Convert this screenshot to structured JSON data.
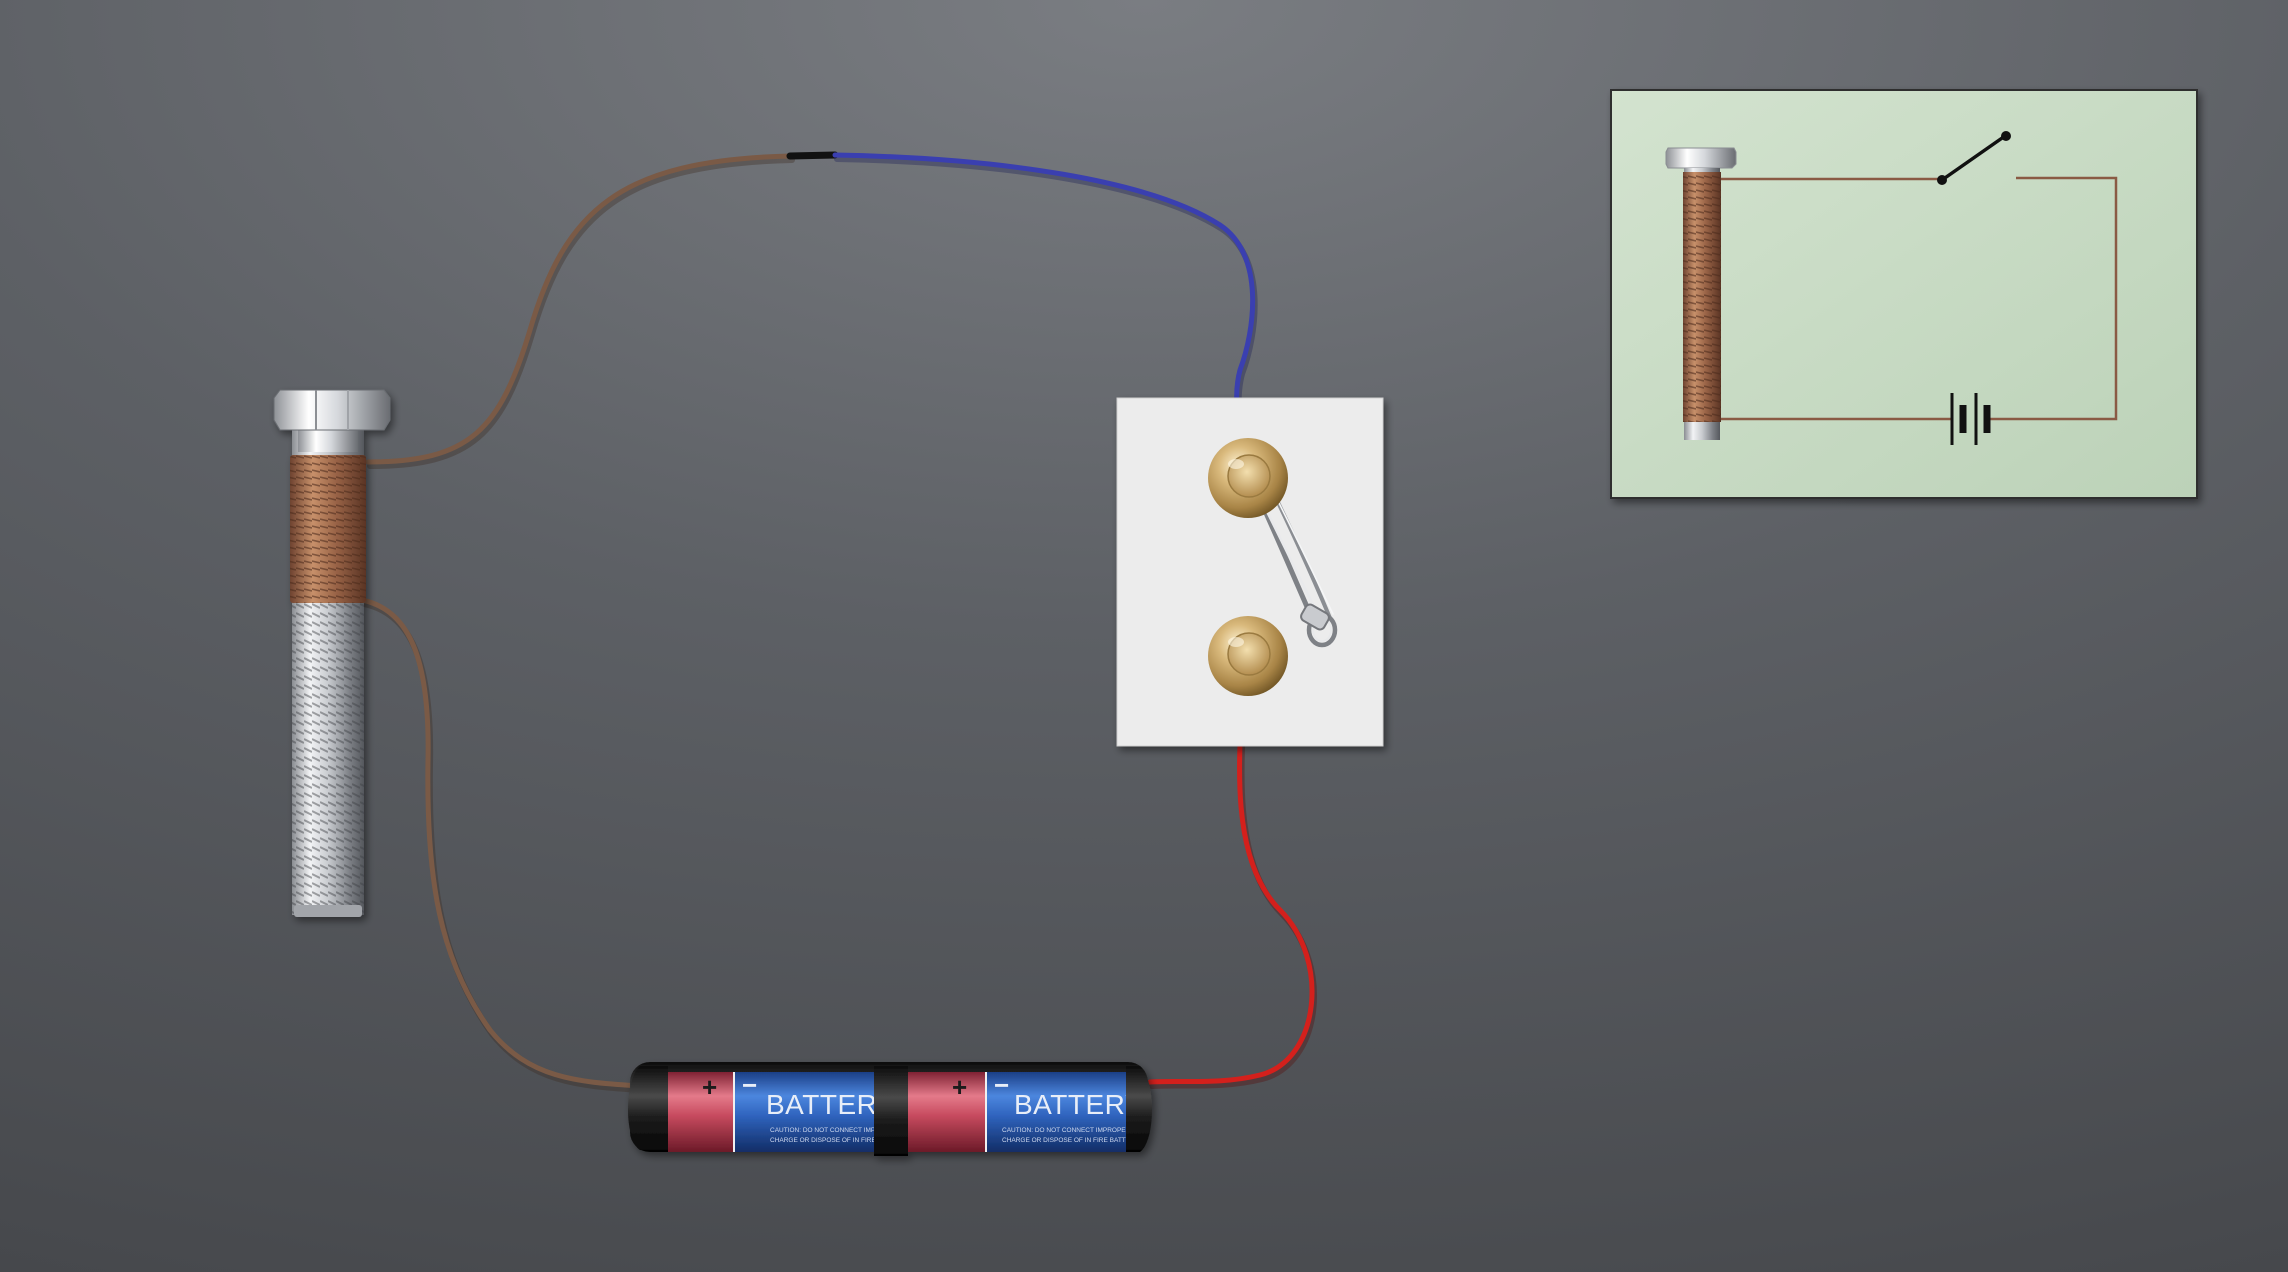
{
  "diagram": {
    "components": [
      {
        "id": "electromagnet",
        "kind": "bolt-with-coil"
      },
      {
        "id": "switch",
        "kind": "paper-card-with-brass-fasteners-and-safety-pin"
      },
      {
        "id": "battery-pack",
        "kind": "two-cells-in-series"
      }
    ],
    "wires": [
      {
        "from": "electromagnet-top",
        "to": "wire-joint",
        "color": "#7a5a46"
      },
      {
        "from": "wire-joint",
        "to": "switch-top-fastener",
        "color": "#3a3fb0"
      },
      {
        "from": "switch-bottom-fastener",
        "to": "battery-positive-end",
        "color": "#d4201c"
      },
      {
        "from": "electromagnet-bottom",
        "to": "battery-negative-end",
        "color": "#7a5a46"
      }
    ],
    "batteries": [
      {
        "label": "BATTERY",
        "caution": "CAUTION: DO NOT CONNECT IMPROPERLY",
        "caution2": "CHARGE OR DISPOSE OF IN FIRE BATTERY",
        "plus": "+",
        "minus": "−"
      },
      {
        "label": "BATTERY",
        "caution": "CAUTION: DO NOT CONNECT IMPROPERLY",
        "caution2": "CHARGE OR DISPOSE OF IN FIRE BATTERY",
        "plus": "+",
        "minus": "−"
      }
    ]
  },
  "schematic": {
    "background": "#c8dac4",
    "wire_color": "#8a5a44",
    "elements": [
      "coil",
      "switch-open",
      "battery-symbol"
    ]
  },
  "colors": {
    "copper": "#a0704e",
    "brass": "#c8a66a",
    "battery_blue": "#2c5fb8",
    "battery_red": "#c44a5c"
  }
}
